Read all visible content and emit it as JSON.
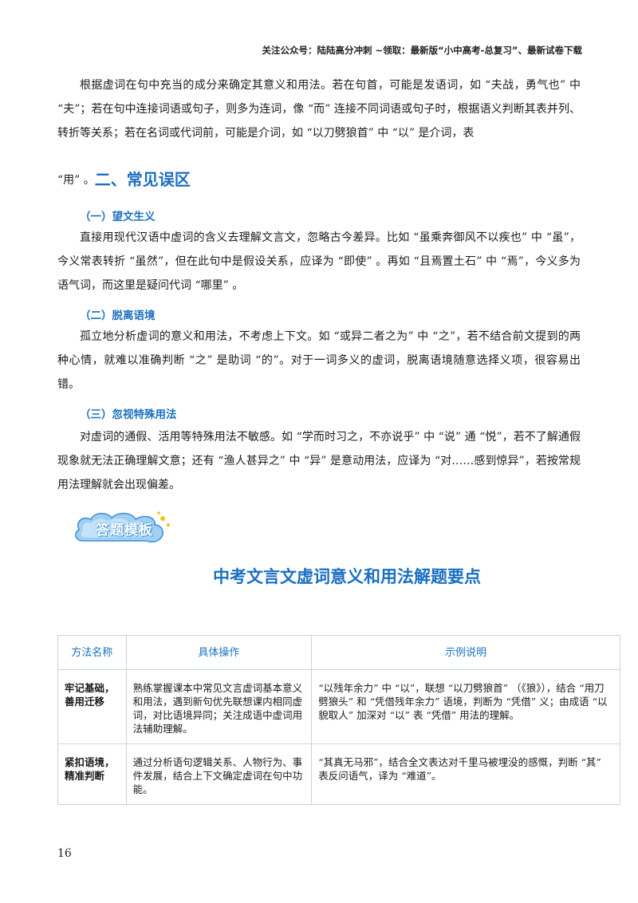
{
  "header": {
    "note": "关注公众号：陆陆高分冲刺 ~领取：最新版“小中高考-总复习”、最新试卷下载"
  },
  "intro": {
    "text": "根据虚词在句中充当的成分来确定其意义和用法。若在句首，可能是发语词，如 “夫战，勇气也” 中 “夫”；若在句中连接词语或句子，则多为连词，像 “而” 连接不同词语或句子时，根据语义判断其表并列、转折等关系；若在名词或代词前，可能是介词，如 “以刀劈狼首” 中 “以” 是介词，表",
    "tail": "“用” 。",
    "section_title": "二、常见误区"
  },
  "sections": [
    {
      "heading": "（一）望文生义",
      "text": "直接用现代汉语中虚词的含义去理解文言文，忽略古今差异。比如 “虽乘奔御风不以疾也” 中 “虽”，今义常表转折 “虽然”，但在此句中是假设关系，应译为 “即使” 。再如 “且焉置土石” 中 “焉”，今义多为语气词，而这里是疑问代词 “哪里” 。"
    },
    {
      "heading": "（二）脱离语境",
      "text": "孤立地分析虚词的意义和用法，不考虑上下文。如 “或异二者之为” 中 “之”，若不结合前文提到的两种心情，就难以准确判断 “之” 是助词 “的”。对于一词多义的虚词，脱离语境随意选择义项，很容易出错。"
    },
    {
      "heading": "（三）忽视特殊用法",
      "text": "对虚词的通假、活用等特殊用法不敏感。如 “学而时习之，不亦说乎” 中 “说” 通 “悦”，若不了解通假现象就无法正确理解文意；还有 “渔人甚异之” 中 “异” 是意动用法，应译为 “对……感到惊异”，若按常规用法理解就会出现偏差。"
    }
  ],
  "badge": {
    "label": "答题模板"
  },
  "template": {
    "title": "中考文言文虚词意义和用法解题要点",
    "headers": [
      "方法名称",
      "具体操作",
      "示例说明"
    ],
    "rows": [
      {
        "name": "牢记基础，善用迁移",
        "operation": "熟练掌握课本中常见文言虚词基本意义和用法，遇到新句优先联想课内相同虚词，对比语境异同；关注成语中虚词用法辅助理解。",
        "example": "“以残年余力” 中 “以”，联想 “以刀劈狼首” （《狼》），结合 “用刀劈狼头” 和 “凭借残年余力” 语境，判断为 “凭借” 义；由成语 “以貌取人” 加深对 “以” 表 “凭借” 用法的理解。"
      },
      {
        "name": "紧扣语境，精准判断",
        "operation": "通过分析语句逻辑关系、人物行为、事件发展，结合上下文确定虚词在句中功能。",
        "example": "“其真无马邪”，结合全文表达对千里马被埋没的感慨，判断 “其” 表反问语气，译为 “难道”。"
      }
    ]
  },
  "page_number": "16",
  "colors": {
    "accent": "#1a6fc2",
    "table_border": "#c7d4e2",
    "badge_blue": "#3a8fd8"
  }
}
